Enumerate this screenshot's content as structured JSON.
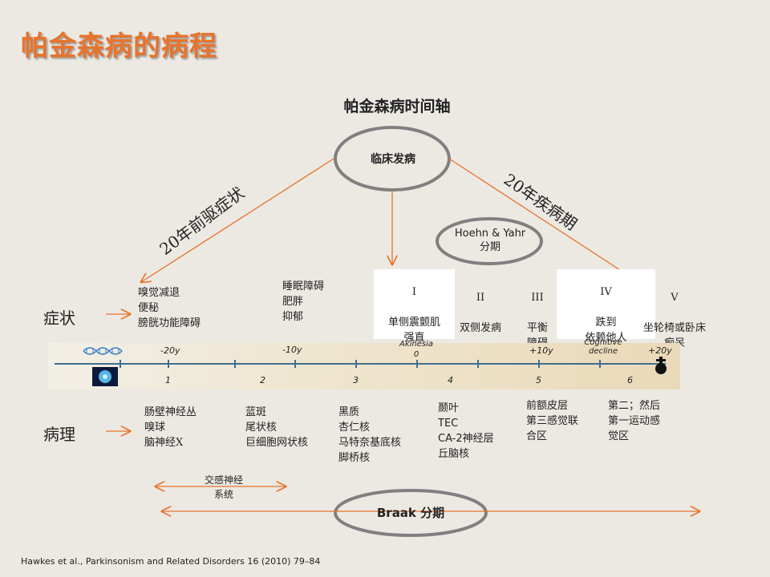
{
  "title": "帕金森病的病程",
  "subtitle": "帕金森病时间轴",
  "onset_label": "临床发病",
  "prodromal_label": "20年前驱症状",
  "disease_label": "20年疾病期",
  "hy_label": "Hoehn & Yahr\n分期",
  "row_symptoms": "症状",
  "row_pathology": "病理",
  "symptoms_early": "嗅觉减退\n便秘\n膀胱功能障碍",
  "symptoms_mid": "睡眠障碍\n肥胖\n抑郁",
  "stages": [
    {
      "numeral": "I",
      "text": "单侧震颤肌\n强直\n运动不能"
    },
    {
      "numeral": "II",
      "text": "双侧发病"
    },
    {
      "numeral": "III",
      "text": "平衡\n障碍"
    },
    {
      "numeral": "IV",
      "text": "跌到\n依赖他人\n认知功能衰退"
    },
    {
      "numeral": "V",
      "text": "坐轮椅或卧床\n痴呆"
    }
  ],
  "timeline": {
    "top_labels": [
      "-20y",
      "-10y",
      "Akinesia\n0",
      "+10y",
      "Cognitive\ndecline",
      "+20y"
    ],
    "numbers": [
      "1",
      "2",
      "3",
      "4",
      "5",
      "6"
    ]
  },
  "pathology": [
    "肠壁神经丛\n嗅球\n脑神经X",
    "蓝斑\n尾状核\n巨细胞网状核",
    "黑质\n杏仁核\n马特奈基底核\n脚桥核",
    "颞叶\nTEC\nCA-2神经层\n丘脑核",
    "前额皮层\n第三感觉联\n合区",
    "第二；然后\n第一运动感\n觉区"
  ],
  "sympathetic_label": "交感神经\n系统",
  "braak_label": "Braak 分期",
  "footer": "Hawkes et al., Parkinsonism and Related Disorders 16 (2010) 79–84",
  "colors": {
    "title": "#e8732a",
    "arrow": "#e8732a",
    "oval": "#808080",
    "background": "#ece9e3"
  }
}
